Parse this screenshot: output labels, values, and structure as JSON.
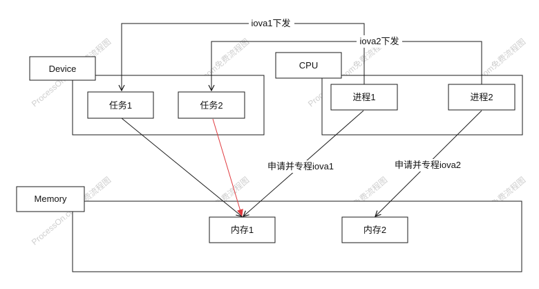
{
  "colors": {
    "stroke": "#1a1a1a",
    "highlight_edge": "#e0393e",
    "watermark": "#cfcfcf",
    "background": "#ffffff"
  },
  "nodes": {
    "device": "Device",
    "cpu": "CPU",
    "memory": "Memory",
    "task1": "任务1",
    "task2": "任务2",
    "process1": "进程1",
    "process2": "进程2",
    "mem1": "内存1",
    "mem2": "内存2"
  },
  "edges": {
    "iova1_dispatch": "iova1下发",
    "iova2_dispatch": "iova2下发",
    "apply_iova1": "申请并专程iova1",
    "apply_iova2": "申请并专程iova2"
  },
  "watermark": "ProcessOn.com免费流程图"
}
